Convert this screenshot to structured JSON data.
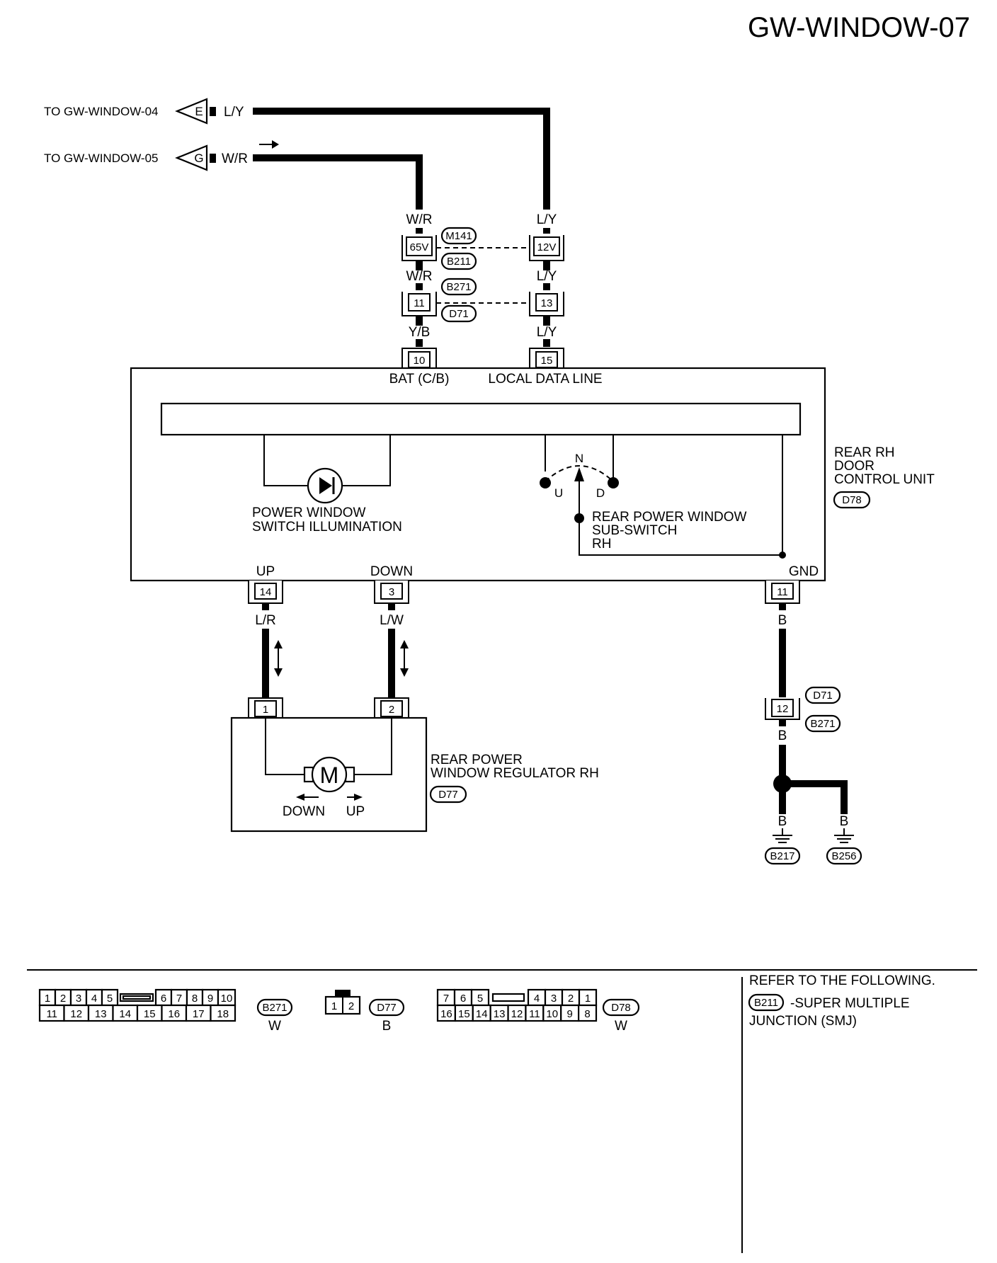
{
  "page_id": "GW-WINDOW-07",
  "offpage": {
    "e": {
      "to": "TO GW-WINDOW-04",
      "letter": "E",
      "wire": "L/Y"
    },
    "g": {
      "to": "TO GW-WINDOW-05",
      "letter": "G",
      "wire": "W/R"
    }
  },
  "wire_colors": {
    "wr": "W/R",
    "ly": "L/Y",
    "yb": "Y/B",
    "lr": "L/R",
    "lw": "L/W",
    "b": "B"
  },
  "connectors": {
    "m141": "M141",
    "b211": "B211",
    "b271": "B271",
    "d71": "D71",
    "d77": "D77",
    "d78": "D78",
    "b217": "B217",
    "b256": "B256"
  },
  "pins": {
    "p65v": "65V",
    "p12v": "12V",
    "p11": "11",
    "p13": "13",
    "p10": "10",
    "p15": "15",
    "p14": "14",
    "p3": "3",
    "p11b": "11",
    "p1": "1",
    "p2": "2",
    "p12": "12"
  },
  "control_unit": {
    "bat": "BAT (C/B)",
    "local": "LOCAL DATA LINE",
    "name": [
      "REAR RH",
      "DOOR",
      "CONTROL UNIT"
    ],
    "illum": [
      "POWER WINDOW",
      "SWITCH ILLUMINATION"
    ],
    "subswitch": [
      "REAR POWER WINDOW",
      "SUB-SWITCH",
      "RH"
    ],
    "sw_n": "N",
    "sw_u": "U",
    "sw_d": "D",
    "up": "UP",
    "down": "DOWN",
    "gnd": "GND"
  },
  "motor": {
    "name": [
      "REAR POWER",
      "WINDOW REGULATOR RH"
    ],
    "symbol": "M",
    "down": "DOWN",
    "up": "UP"
  },
  "legend": {
    "b271_top": [
      "1",
      "2",
      "3",
      "4",
      "5",
      "6",
      "7",
      "8",
      "9",
      "10"
    ],
    "b271_bot": [
      "11",
      "12",
      "13",
      "14",
      "15",
      "16",
      "17",
      "18"
    ],
    "b271_color": "W",
    "d77_pins": [
      "1",
      "2"
    ],
    "d77_color": "B",
    "d78_top": [
      "7",
      "6",
      "5",
      "4",
      "3",
      "2",
      "1"
    ],
    "d78_bot": [
      "16",
      "15",
      "14",
      "13",
      "12",
      "11",
      "10",
      "9",
      "8"
    ],
    "d78_color": "W",
    "refer": "REFER TO THE FOLLOWING.",
    "smj": [
      "-SUPER MULTIPLE",
      "JUNCTION (SMJ)"
    ]
  }
}
